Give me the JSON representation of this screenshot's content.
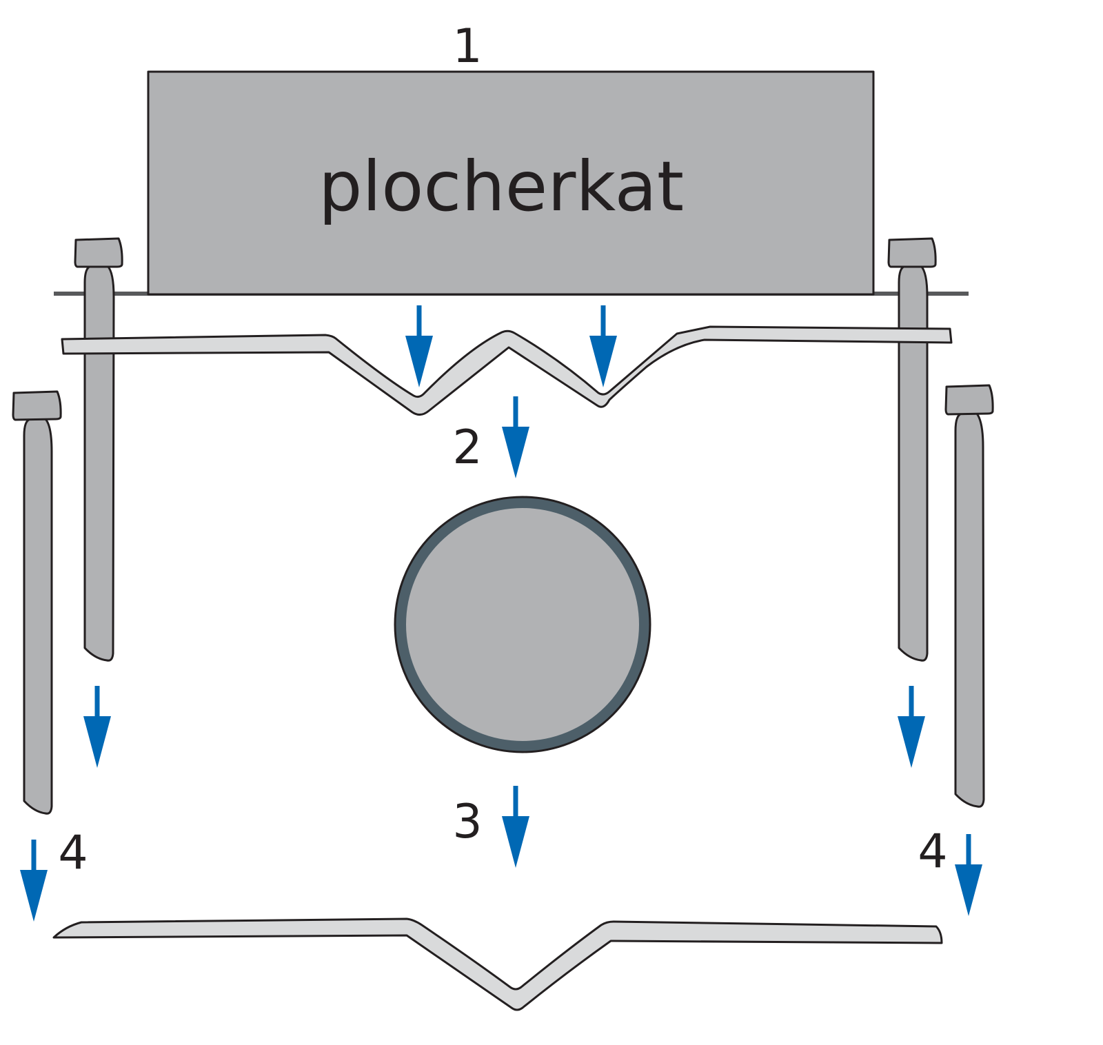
{
  "labels": {
    "step1": "1",
    "step2": "2",
    "step3": "3",
    "step4_left": "4",
    "step4_right": "4",
    "block": "plocherkat"
  },
  "colors": {
    "arrow": "#0068b4",
    "part_fill": "#b1b2b4",
    "strip_fill": "#d9dadb",
    "ring": "#4d5f69",
    "outline": "#231f20",
    "surface_line": "#58595b"
  }
}
